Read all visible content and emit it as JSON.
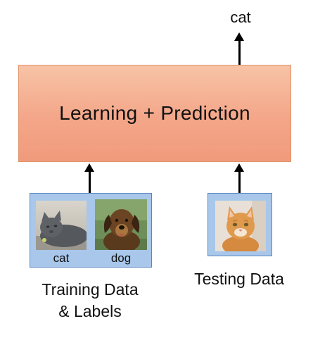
{
  "diagram": {
    "output_label": "cat",
    "main_box_label": "Learning + Prediction",
    "training": {
      "label_line1": "Training Data",
      "label_line2": "& Labels",
      "captions": [
        "cat",
        "dog"
      ]
    },
    "testing": {
      "label": "Testing Data"
    }
  },
  "colors": {
    "box_fill_top": "#f7c3a6",
    "box_fill_bottom": "#f19a7c",
    "box_border": "#e0936b",
    "panel_fill": "#a8c7ea",
    "panel_border": "#5b86c0",
    "arrow": "#000000"
  }
}
